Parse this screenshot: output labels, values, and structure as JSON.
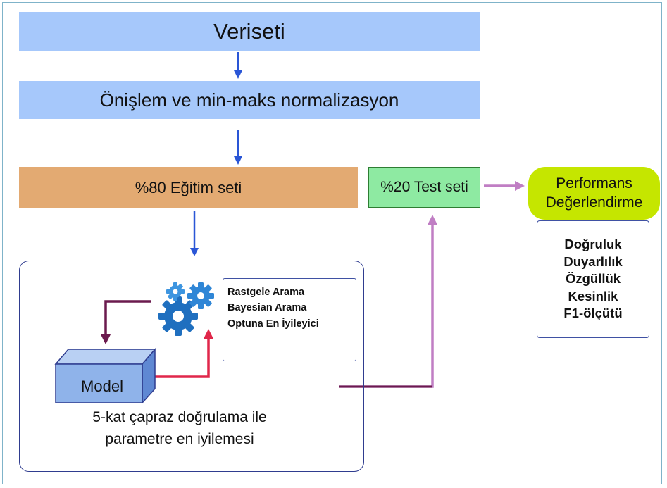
{
  "diagram": {
    "dataset": "Veriseti",
    "preprocessing": "Önişlem ve min-maks normalizasyon",
    "train_set": "%80 Eğitim seti",
    "test_set": "%20 Test seti",
    "performance": {
      "line1": "Performans",
      "line2": "Değerlendirme"
    },
    "metrics": [
      "Doğruluk",
      "Duyarlılık",
      "Özgüllük",
      "Kesinlik",
      "F1-ölçütü"
    ],
    "methods": [
      "Rastgele Arama",
      "Bayesian Arama",
      "Optuna En İyileyici"
    ],
    "model": "Model",
    "cv_caption": {
      "line1": "5-kat çapraz doğrulama ile",
      "line2": "parametre en iyilemesi"
    }
  },
  "colors": {
    "blue_box": "#a6c8fb",
    "train_box": "#e3aa72",
    "test_box": "#8eeaa2",
    "performance_box": "#c5e600",
    "arrow_blue": "#2a56d6",
    "arrow_violet": "#c07ec4",
    "arrow_dark_purple": "#6b1a4e",
    "arrow_red": "#e0274a",
    "model_block": "#8fb3ea"
  },
  "icons": [
    "gears-icon"
  ]
}
